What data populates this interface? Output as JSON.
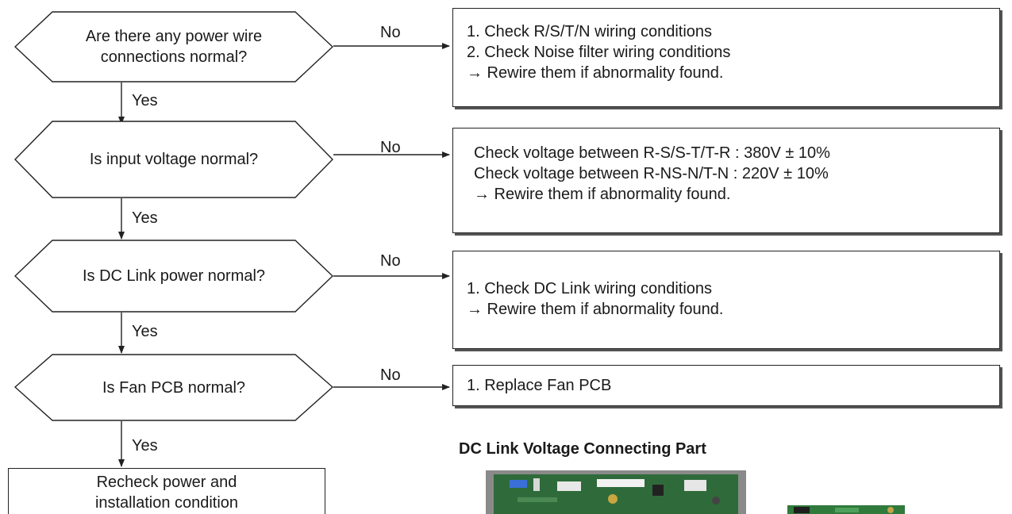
{
  "flow": {
    "decisions": [
      {
        "lines": [
          "Are there any power wire",
          "connections normal?"
        ]
      },
      {
        "lines": [
          "Is input voltage normal?"
        ]
      },
      {
        "lines": [
          "Is DC Link power normal?"
        ]
      },
      {
        "lines": [
          "Is Fan PCB normal?"
        ]
      }
    ],
    "no_label": "No",
    "yes_label": "Yes",
    "actions": [
      {
        "lines": [
          "1. Check R/S/T/N wiring conditions",
          "2. Check Noise filter wiring conditions",
          "→ Rewire them if abnormality found."
        ]
      },
      {
        "lines": [
          "Check voltage between R-S/S-T/T-R : 380V ± 10%",
          "Check voltage between R-NS-N/T-N : 220V ± 10%",
          "→ Rewire them if abnormality found."
        ]
      },
      {
        "lines": [
          "1. Check DC Link wiring conditions",
          "→ Rewire them if abnormality found."
        ]
      },
      {
        "lines": [
          "1. Replace Fan PCB"
        ]
      }
    ],
    "end": {
      "lines": [
        "Recheck power and",
        "installation condition"
      ]
    }
  },
  "photo_caption": "DC Link Voltage Connecting Part",
  "colors": {
    "line": "#222222",
    "shadow": "#555555",
    "pcb": "#2f6b3a",
    "pcb_frame": "#8a8a8a"
  }
}
